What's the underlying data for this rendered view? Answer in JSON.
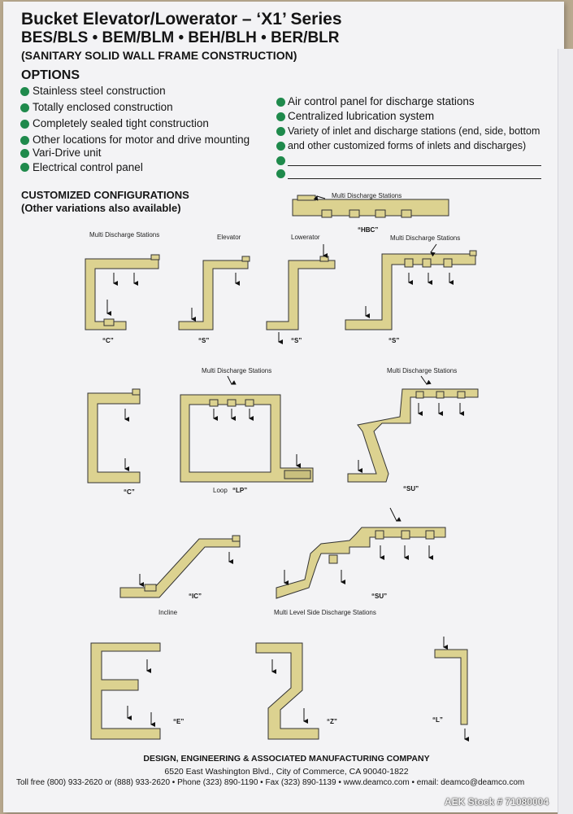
{
  "title": "Bucket Elevator/Lowerator – ‘X1’ Series",
  "models": "BES/BLS • BEM/BLM • BEH/BLH • BER/BLR",
  "construction": "(SANITARY SOLID WALL FRAME CONSTRUCTION)",
  "options_heading": "OPTIONS",
  "options_left": [
    "Stainless steel construction",
    "Totally enclosed construction",
    "Completely sealed tight construction",
    "Other locations for motor and drive mounting",
    "Vari-Drive unit",
    "Electrical control panel"
  ],
  "options_right": [
    "Air control panel for discharge stations",
    "Centralized lubrication system",
    "Variety of inlet and discharge stations (end, side, bottom",
    "and other customized forms of inlets and discharges)"
  ],
  "configs_heading": "CUSTOMIZED CONFIGURATIONS",
  "configs_sub": "(Other variations also available)",
  "labels": {
    "multi_discharge": "Multi Discharge Stations",
    "elevator": "Elevator",
    "lowerator": "Lowerator",
    "loop": "Loop",
    "incline": "Incline",
    "multi_level": "Multi Level Side Discharge Stations"
  },
  "codes": {
    "hbc": "“HBC”",
    "c": "“C”",
    "s": "“S”",
    "lp": "“LP”",
    "su": "“SU”",
    "ic": "“IC”",
    "e": "“E”",
    "z": "“Z”",
    "l": "“L”"
  },
  "footer": {
    "company": "DESIGN, ENGINEERING & ASSOCIATED MANUFACTURING COMPANY",
    "address": "6520 East Washington Blvd., City of Commerce, CA 90040-1822",
    "contact": "Toll free (800) 933-2620 or (888) 933-2620 • Phone (323) 890-1190 • Fax (323) 890-1139 • www.deamco.com • email: deamco@deamco.com"
  },
  "watermark": "AEK Stock # 71080004",
  "colors": {
    "frame": "#dcd290",
    "bullet": "#1f8a4c",
    "outline": "#333333"
  }
}
